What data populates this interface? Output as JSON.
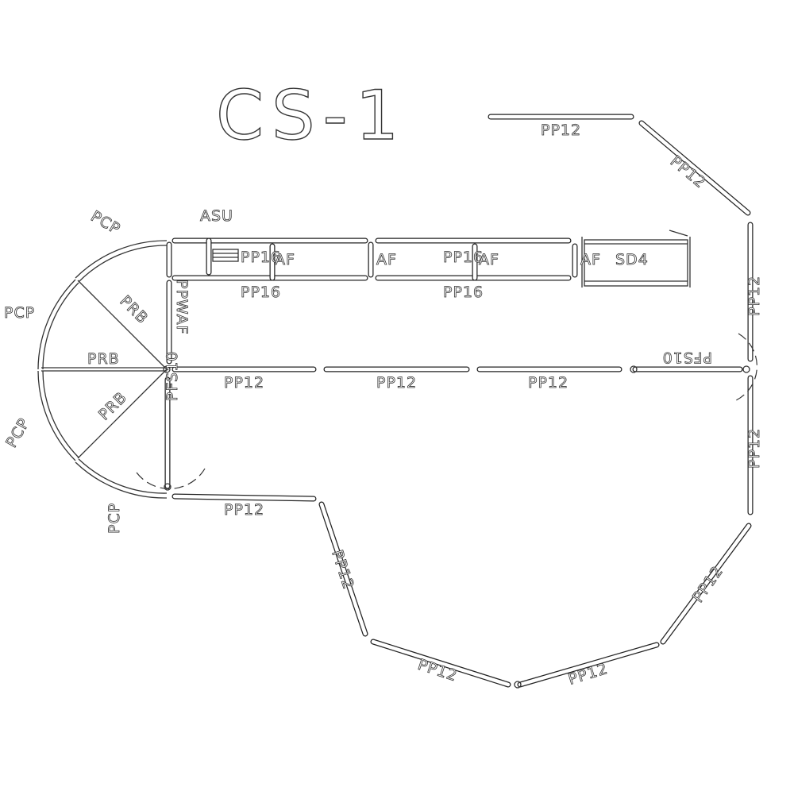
{
  "title": "CS-1",
  "labels": {
    "pp12": "PP12",
    "pp16": "PP16",
    "af": "AF",
    "asu": "ASU",
    "sd4": "SD4",
    "pfs10": "PFS10",
    "ppwaf": "PPWAF",
    "pcp": "PCP",
    "prb": "PRB"
  }
}
